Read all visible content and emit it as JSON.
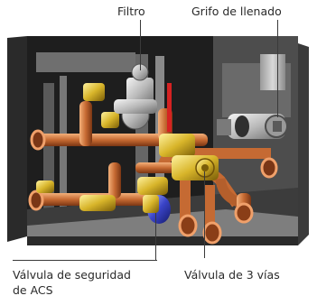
{
  "labels": {
    "filter": "Filtro",
    "fill_tap": "Grifo de llenado",
    "safety_valve_line1": "Válvula de seguridad",
    "safety_valve_line2": "de ACS",
    "three_way_valve": "Válvula de 3 vías"
  }
}
